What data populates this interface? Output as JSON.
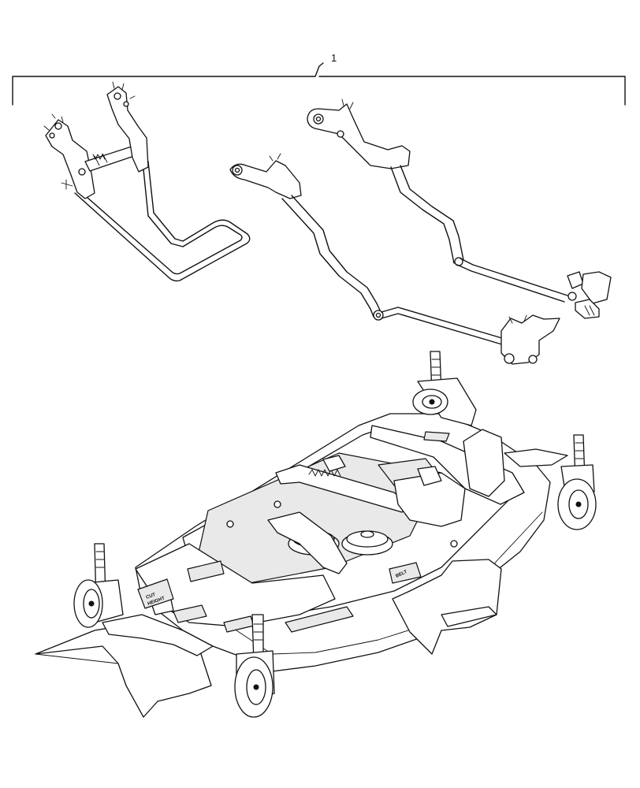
{
  "callout": {
    "item_number": "1"
  },
  "decals": {
    "cut_height_line1": "CUT",
    "cut_height_line2": "HEIGHT",
    "belt": "BELT"
  },
  "colors": {
    "line": "#111111",
    "fill": "#ffffff",
    "shade": "#e9e9e9"
  },
  "components": [
    {
      "name": "lift-pedal-assembly",
      "icon": "pedal-frame-icon"
    },
    {
      "name": "lift-link-rod-front",
      "icon": "link-rod-icon"
    },
    {
      "name": "lift-link-rod-rear",
      "icon": "link-rod-icon"
    },
    {
      "name": "mower-deck",
      "icon": "mower-deck-icon"
    }
  ]
}
